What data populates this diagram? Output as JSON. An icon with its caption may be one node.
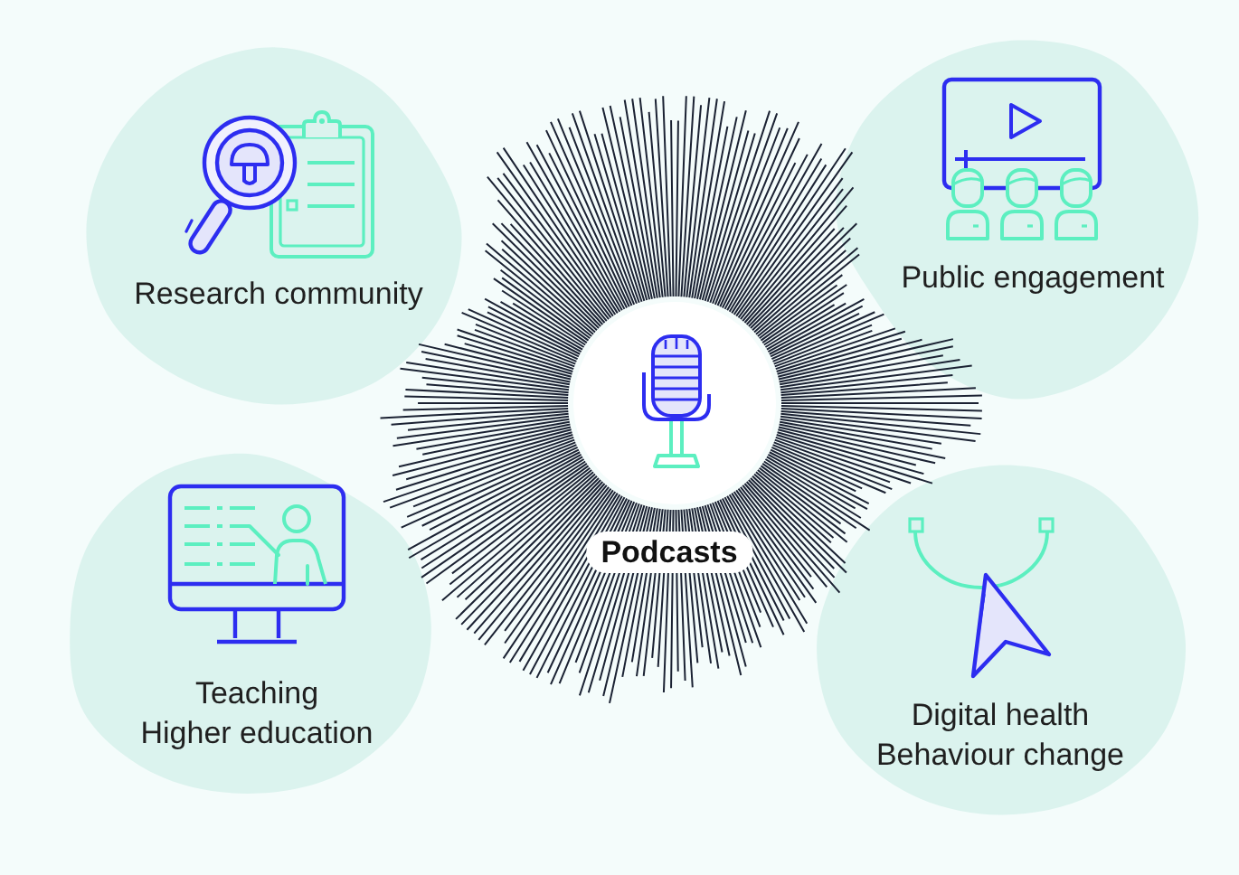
{
  "diagram": {
    "nodes": [
      {
        "text": [
          "Research community"
        ]
      },
      {
        "text": [
          "Public engagement"
        ]
      },
      {
        "text": [
          "Podcasts"
        ]
      },
      {
        "text": [
          "Teaching",
          "Higher education"
        ]
      },
      {
        "text": [
          "Digital health",
          "Behaviour change"
        ]
      }
    ]
  }
}
